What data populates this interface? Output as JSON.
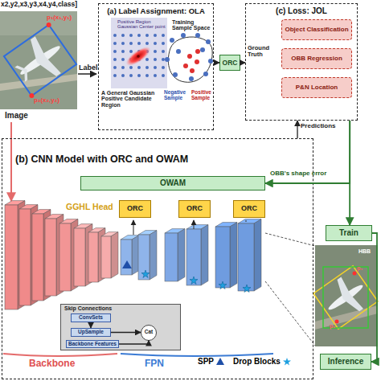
{
  "diagram": {
    "nodes": [
      {
        "text": [
          "(a) Label Assignment: OLA"
        ]
      },
      {
        "text": [
          "ORC"
        ]
      },
      {
        "text": [
          "(c) Loss: JOL"
        ]
      },
      {
        "text": [
          "Object Classification"
        ],
        "in": 2
      },
      {
        "text": [
          "OBB Regression"
        ],
        "in": 2
      },
      {
        "text": [
          "P&N Location"
        ],
        "in": 2
      },
      {
        "text": [
          "(b) CNN Model with ORC and OWAM"
        ]
      },
      {
        "text": [
          "OWAM"
        ],
        "in": 6
      },
      {
        "text": [
          "ORC"
        ],
        "in": 6
      },
      {
        "text": [
          "ORC"
        ],
        "in": 6
      },
      {
        "text": [
          "ORC"
        ],
        "in": 6
      },
      {
        "text": [
          "Skip Connections"
        ],
        "in": 6
      },
      {
        "text": [
          "ConvSets"
        ],
        "in": 11
      },
      {
        "text": [
          "UpSample"
        ],
        "in": 11
      },
      {
        "text": [
          "Backbone Features"
        ],
        "in": 11
      },
      {
        "text": [
          "Cat"
        ],
        "in": 11
      },
      {
        "text": [
          "Train"
        ]
      },
      {
        "text": [
          "Inference"
        ]
      }
    ],
    "edges": [
      {
        "from": 0,
        "to": 1,
        "arrow": "to"
      },
      {
        "from": 1,
        "to": 2,
        "label": "Ground Truth",
        "arrow": "to"
      },
      {
        "from": 2,
        "to": 16,
        "arrow": "to"
      },
      {
        "from": 2,
        "to": 7,
        "label": "OBB's shape error",
        "arrow": "to"
      },
      {
        "from": 6,
        "to": 2,
        "label": "Predictions",
        "arrow": "to"
      },
      {
        "from": 16,
        "to": 17,
        "arrow": "to"
      },
      {
        "from": 12,
        "to": 13,
        "arrow": "to"
      },
      {
        "from": 13,
        "to": 15,
        "arrow": "to"
      },
      {
        "from": 14,
        "to": 15,
        "arrow": "to"
      }
    ],
    "labels": [
      "x2,y2,x3,y3,x4,y4,class]",
      "p₁(x₁,y₁)",
      "p₂(x₂,y₂)",
      "Label",
      "Image",
      "Positive Region Gaussian Center point",
      "Training Sample Space",
      "A General Gaussian Positive Candidate Region",
      "Negative Sample",
      "Positive Sample",
      "GGHL Head",
      "Backbone",
      "FPN",
      "HBB",
      "p₁",
      "p₂"
    ],
    "legend": [
      {
        "text": "SPP"
      },
      {
        "text": "Drop Blocks"
      }
    ]
  }
}
